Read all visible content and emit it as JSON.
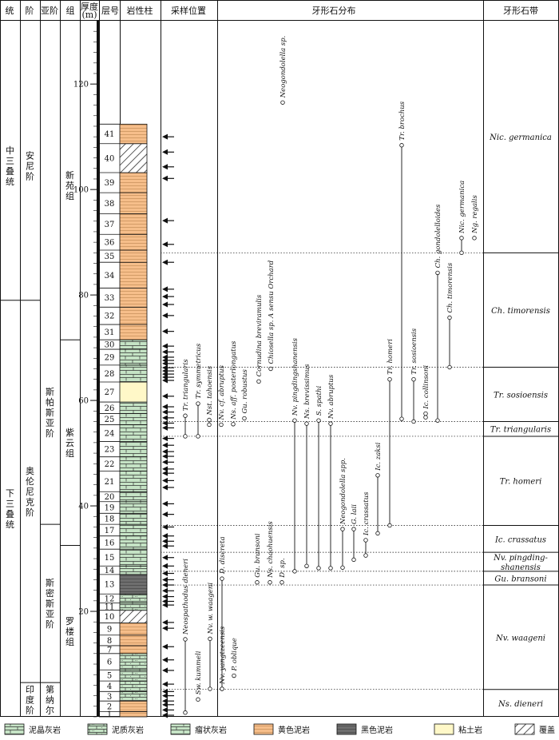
{
  "colors": {
    "micrite": "#c5e3c5",
    "marly": "#c5e3c5",
    "nodular": "#c5e3c5",
    "yellow_mud": "#f6be8a",
    "black_mud": "#6e6e6e",
    "clay": "#fff8c8",
    "cover": "#ffffff",
    "line": "#111111"
  },
  "headers": {
    "series": "统",
    "stage": "阶",
    "substage": "亚阶",
    "formation": "组",
    "thickness": "厚度(m)",
    "bed": "层号",
    "lithology": "岩性柱",
    "sample": "采样位置",
    "distribution": "牙形石分布",
    "zone": "牙形石带"
  },
  "units": {
    "series": [
      {
        "label": "中三叠统",
        "top": 130,
        "bottom": 79
      },
      {
        "label": "下三叠统",
        "top": 79,
        "bottom": 0
      }
    ],
    "stages": [
      {
        "label": "安尼阶",
        "top": 130,
        "bottom": 79
      },
      {
        "label": "奥伦尼克阶",
        "top": 79,
        "bottom": 6.5
      },
      {
        "label": "印度阶",
        "top": 6.5,
        "bottom": 0
      }
    ],
    "substages": [
      {
        "label": "斯帕斯亚阶",
        "top": 79,
        "bottom": 36.5
      },
      {
        "label": "斯密斯亚阶",
        "top": 36.5,
        "bottom": 6.5
      },
      {
        "label": "第纳尔",
        "top": 6.5,
        "bottom": 0
      }
    ],
    "formations": [
      {
        "label": "新苑组",
        "top": 130,
        "bottom": 71.5
      },
      {
        "label": "紫云组",
        "top": 71.5,
        "bottom": 32.5
      },
      {
        "label": "罗楼组",
        "top": 32.5,
        "bottom": 0
      }
    ]
  },
  "chart_data": {
    "type": "stratigraphic_range_chart",
    "ylim": [
      0,
      132
    ],
    "thickness_ticks": [
      20,
      40,
      60,
      80,
      100,
      120
    ],
    "beds": [
      {
        "n": "1",
        "b": 0,
        "t": 1.0,
        "lith": "yellow_mud"
      },
      {
        "n": "2",
        "b": 1.0,
        "t": 3.0,
        "lith": "yellow_mud"
      },
      {
        "n": "3",
        "b": 3.0,
        "t": 4.8,
        "lith": "marly"
      },
      {
        "n": "4",
        "b": 4.8,
        "t": 6.8,
        "lith": "marly"
      },
      {
        "n": "5",
        "b": 6.8,
        "t": 8.9,
        "lith": "marly"
      },
      {
        "n": "6",
        "b": 8.9,
        "t": 12.0,
        "lith": "marly"
      },
      {
        "n": "7",
        "b": 12.0,
        "t": 13.5,
        "lith": "yellow_mud"
      },
      {
        "n": "8",
        "b": 13.5,
        "t": 15.5,
        "lith": "yellow_mud"
      },
      {
        "n": "9",
        "b": 15.5,
        "t": 17.8,
        "lith": "yellow_mud"
      },
      {
        "n": "10",
        "b": 17.8,
        "t": 20.2,
        "lith": "cover"
      },
      {
        "n": "11",
        "b": 20.2,
        "t": 21.6,
        "lith": "marly"
      },
      {
        "n": "12",
        "b": 21.6,
        "t": 23.3,
        "lith": "marly"
      },
      {
        "n": "13",
        "b": 23.3,
        "t": 27.0,
        "lith": "black_mud"
      },
      {
        "n": "14",
        "b": 27.0,
        "t": 28.6,
        "lith": "nodular"
      },
      {
        "n": "15",
        "b": 28.6,
        "t": 31.8,
        "lith": "nodular"
      },
      {
        "n": "16",
        "b": 31.8,
        "t": 34.3,
        "lith": "nodular"
      },
      {
        "n": "17",
        "b": 34.3,
        "t": 36.5,
        "lith": "nodular"
      },
      {
        "n": "18",
        "b": 36.5,
        "t": 38.6,
        "lith": "nodular"
      },
      {
        "n": "19",
        "b": 38.6,
        "t": 40.8,
        "lith": "nodular"
      },
      {
        "n": "20",
        "b": 40.8,
        "t": 42.7,
        "lith": "nodular"
      },
      {
        "n": "21",
        "b": 42.7,
        "t": 46.6,
        "lith": "nodular"
      },
      {
        "n": "22",
        "b": 46.6,
        "t": 49.3,
        "lith": "nodular"
      },
      {
        "n": "23",
        "b": 49.3,
        "t": 52.2,
        "lith": "nodular"
      },
      {
        "n": "24",
        "b": 52.2,
        "t": 55.4,
        "lith": "nodular"
      },
      {
        "n": "25",
        "b": 55.4,
        "t": 57.5,
        "lith": "nodular"
      },
      {
        "n": "26",
        "b": 57.5,
        "t": 59.7,
        "lith": "nodular"
      },
      {
        "n": "27",
        "b": 59.7,
        "t": 63.5,
        "lith": "clay"
      },
      {
        "n": "28",
        "b": 63.5,
        "t": 66.7,
        "lith": "nodular"
      },
      {
        "n": "29",
        "b": 66.7,
        "t": 69.7,
        "lith": "micrite"
      },
      {
        "n": "30",
        "b": 69.7,
        "t": 71.5,
        "lith": "micrite"
      },
      {
        "n": "31",
        "b": 71.5,
        "t": 74.4,
        "lith": "yellow_mud"
      },
      {
        "n": "32",
        "b": 74.4,
        "t": 77.7,
        "lith": "yellow_mud"
      },
      {
        "n": "33",
        "b": 77.7,
        "t": 81.3,
        "lith": "yellow_mud"
      },
      {
        "n": "34",
        "b": 81.3,
        "t": 86.2,
        "lith": "yellow_mud"
      },
      {
        "n": "35",
        "b": 86.2,
        "t": 88.5,
        "lith": "yellow_mud"
      },
      {
        "n": "36",
        "b": 88.5,
        "t": 91.5,
        "lith": "yellow_mud"
      },
      {
        "n": "37",
        "b": 91.5,
        "t": 95.4,
        "lith": "yellow_mud"
      },
      {
        "n": "38",
        "b": 95.4,
        "t": 99.4,
        "lith": "yellow_mud"
      },
      {
        "n": "39",
        "b": 99.4,
        "t": 103.2,
        "lith": "yellow_mud"
      },
      {
        "n": "40",
        "b": 103.2,
        "t": 108.7,
        "lith": "cover"
      },
      {
        "n": "41",
        "b": 108.7,
        "t": 112.4,
        "lith": "yellow_mud"
      }
    ],
    "samples": [
      0.3,
      1.3,
      2.3,
      3.0,
      4.0,
      4.8,
      6.2,
      8.8,
      10.8,
      13.3,
      16.8,
      17.9,
      21.2,
      21.9,
      22.8,
      23.9,
      25.0,
      26.0,
      27.2,
      28.6,
      30.2,
      32.4,
      33.3,
      34.3,
      36.0,
      38.4,
      40.4,
      43.5,
      44.8,
      46.2,
      47.0,
      48.3,
      49.4,
      50.3,
      51.5,
      52.8,
      54.8,
      55.7,
      56.7,
      57.8,
      58.8,
      60.8,
      63.8,
      64.4,
      65.0,
      65.6,
      66.2,
      67.0,
      67.6,
      68.2,
      69.2,
      70.3,
      73.1,
      76.1,
      78.2,
      79.7,
      81.1,
      86.2,
      89.6,
      94.1,
      102.1,
      104.3,
      107.1,
      110.0
    ],
    "taxa": [
      {
        "name": "Neospathodus dieneri",
        "b": 0.8,
        "t": 14.7
      },
      {
        "name": "Sw. kummeli",
        "b": 3.3,
        "t": 3.3
      },
      {
        "name": "Nv. w. waageni",
        "b": 5.3,
        "t": 14.8
      },
      {
        "name": "Nv. yangtzeensis",
        "b": 5.3,
        "t": 5.3
      },
      {
        "name": "P. oblique",
        "b": 7.8,
        "t": 7.8
      },
      {
        "name": "D. discreta",
        "b": 5.3,
        "t": 26.2
      },
      {
        "name": "Gu. bransoni",
        "b": 25.5,
        "t": 25.5
      },
      {
        "name": "Ns. chaohuensis",
        "b": 25.5,
        "t": 25.5
      },
      {
        "name": "D. sp.",
        "b": 25.5,
        "t": 25.5
      },
      {
        "name": "Nv. pingdingshanensis",
        "b": 27.6,
        "t": 56.2
      },
      {
        "name": "Ns. brevissimus",
        "b": 28.6,
        "t": 55.6
      },
      {
        "name": "S. spathi",
        "b": 28.2,
        "t": 56.2
      },
      {
        "name": "Nv. abruptus",
        "b": 28.2,
        "t": 55.6
      },
      {
        "name": "Neogondolella spp.",
        "b": 28.3,
        "t": 35.6
      },
      {
        "name": "G. laii",
        "b": 29.8,
        "t": 35.6
      },
      {
        "name": "Ic. crassatus",
        "b": 30.6,
        "t": 33.5
      },
      {
        "name": "Ic. zaksi",
        "b": 34.8,
        "t": 45.8
      },
      {
        "name": "Tr. homeri",
        "b": 36.3,
        "t": 64.0
      },
      {
        "name": "Tr. triangularis",
        "b": 53.2,
        "t": 57.1
      },
      {
        "name": "Tr. symmetricus",
        "b": 53.2,
        "t": 59.4
      },
      {
        "name": "Nst. tahoensis",
        "b": 55.4,
        "t": 56.3
      },
      {
        "name": "Nv. cf. abruptus",
        "b": 55.4,
        "t": 55.4
      },
      {
        "name": "Ns. aff. posterlongatus",
        "b": 55.5,
        "t": 55.5
      },
      {
        "name": "Gu. robustus",
        "b": 56.6,
        "t": 56.6
      },
      {
        "name": "Cornudina breviramulis",
        "b": 63.6,
        "t": 63.6
      },
      {
        "name": "Chiosella sp. A sensu Orchard",
        "b": 66.0,
        "t": 66.0
      },
      {
        "name": "Neogondolella sp.",
        "b": 116.5,
        "t": 116.5
      },
      {
        "name": "Ic. collinsoni",
        "b": 56.8,
        "t": 57.5
      },
      {
        "name": "Tr. sosioensis",
        "b": 56.0,
        "t": 64.0
      },
      {
        "name": "Tr. brochus",
        "b": 56.5,
        "t": 108.4
      },
      {
        "name": "Ch. gondolelloides",
        "b": 56.2,
        "t": 84.2
      },
      {
        "name": "Ch. timorensis",
        "b": 66.3,
        "t": 75.7
      },
      {
        "name": "Nic. germanica",
        "b": 88.0,
        "t": 90.8
      },
      {
        "name": "Ng. regalis",
        "b": 90.8,
        "t": 90.8
      },
      {
        "name": "Tr. sosioensis ",
        "b": 56.0,
        "t": 64.0
      }
    ],
    "zones": [
      {
        "name": "Nic. germanica",
        "b": 88.0,
        "t": 132
      },
      {
        "name": "Ch. timorensis",
        "b": 66.3,
        "t": 88.0
      },
      {
        "name": "Tr. sosioensis",
        "b": 56.0,
        "t": 66.3
      },
      {
        "name": "Tr. triangularis",
        "b": 53.2,
        "t": 56.0
      },
      {
        "name": "Tr. homeri",
        "b": 36.3,
        "t": 53.2
      },
      {
        "name": "Ic. crassatus",
        "b": 31.2,
        "t": 36.3
      },
      {
        "name": "Nv. pingding-",
        "name2": "shanensis",
        "b": 27.6,
        "t": 31.2
      },
      {
        "name": "Gu. bransoni",
        "b": 25.0,
        "t": 27.6
      },
      {
        "name": "Nv. waageni",
        "b": 5.2,
        "t": 25.0
      },
      {
        "name": "Ns. dieneri",
        "b": 0,
        "t": 5.2
      }
    ],
    "boundaries": [
      88.0,
      66.3,
      56.0,
      53.2,
      36.3,
      31.2,
      27.6,
      25.0,
      5.2
    ]
  },
  "legend": [
    {
      "key": "micrite",
      "label": "泥晶灰岩"
    },
    {
      "key": "marly",
      "label": "泥质灰岩"
    },
    {
      "key": "nodular",
      "label": "瘤状灰岩"
    },
    {
      "key": "yellow_mud",
      "label": "黄色泥岩"
    },
    {
      "key": "black_mud",
      "label": "黑色泥岩"
    },
    {
      "key": "clay",
      "label": "粘土岩"
    },
    {
      "key": "cover",
      "label": "覆盖"
    }
  ]
}
